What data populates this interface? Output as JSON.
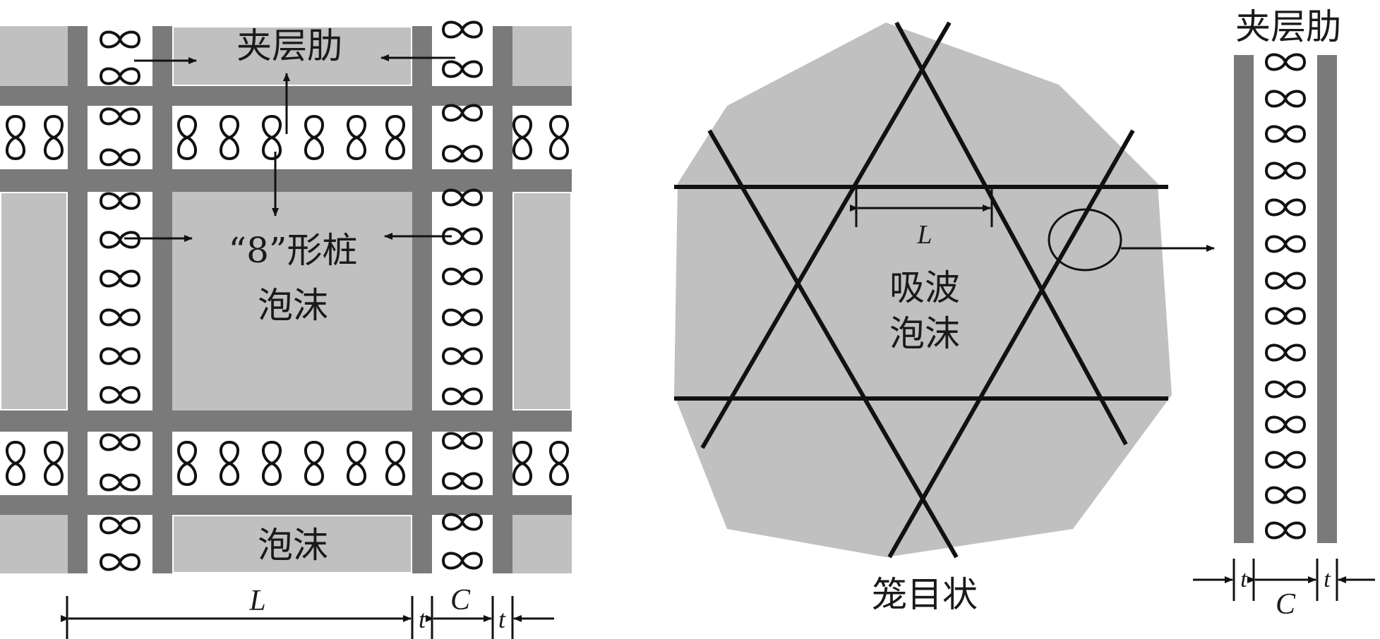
{
  "labels": {
    "rib_top": "夹层肋",
    "pile_foam_line1": "“8”形桩",
    "pile_foam_line2": "泡沫",
    "foam_bottom": "泡沫",
    "absorb_foam_line1": "吸波",
    "absorb_foam_line2": "泡沫",
    "cage_caption": "笼目状",
    "rib_right": "夹层肋"
  },
  "dimensions": {
    "L_left": "L",
    "t_left_1": "t",
    "C_left": "C",
    "t_left_2": "t",
    "L_center": "L",
    "t_right_1": "t",
    "C_right": "C",
    "t_right_2": "t"
  },
  "colors": {
    "foam": "#c0c0c0",
    "rib": "#7a7a7a",
    "line": "#111111",
    "pile_bg": "#ffffff"
  }
}
